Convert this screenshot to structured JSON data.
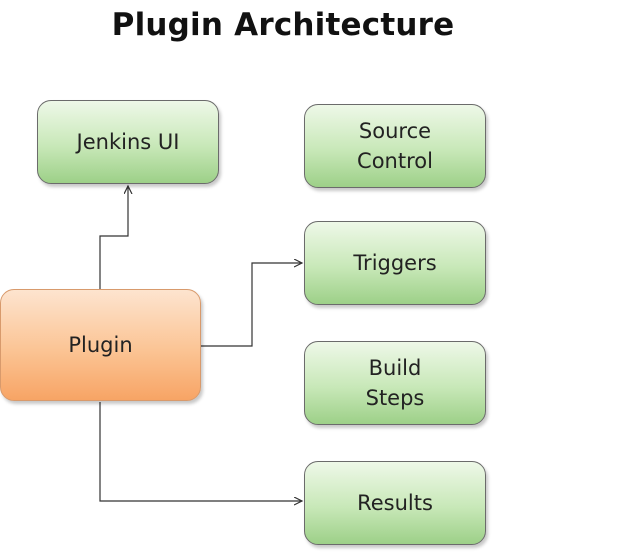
{
  "title": "Plugin Architecture",
  "nodes": {
    "jenkins_ui": {
      "label": "Jenkins UI"
    },
    "source_control": {
      "label": "Source\nControl"
    },
    "triggers": {
      "label": "Triggers"
    },
    "plugin": {
      "label": "Plugin"
    },
    "build_steps": {
      "label": "Build\nSteps"
    },
    "results": {
      "label": "Results"
    }
  },
  "colors": {
    "connector": "#333333",
    "green_box": "#c8e8b8",
    "orange_box": "#fbc494"
  }
}
